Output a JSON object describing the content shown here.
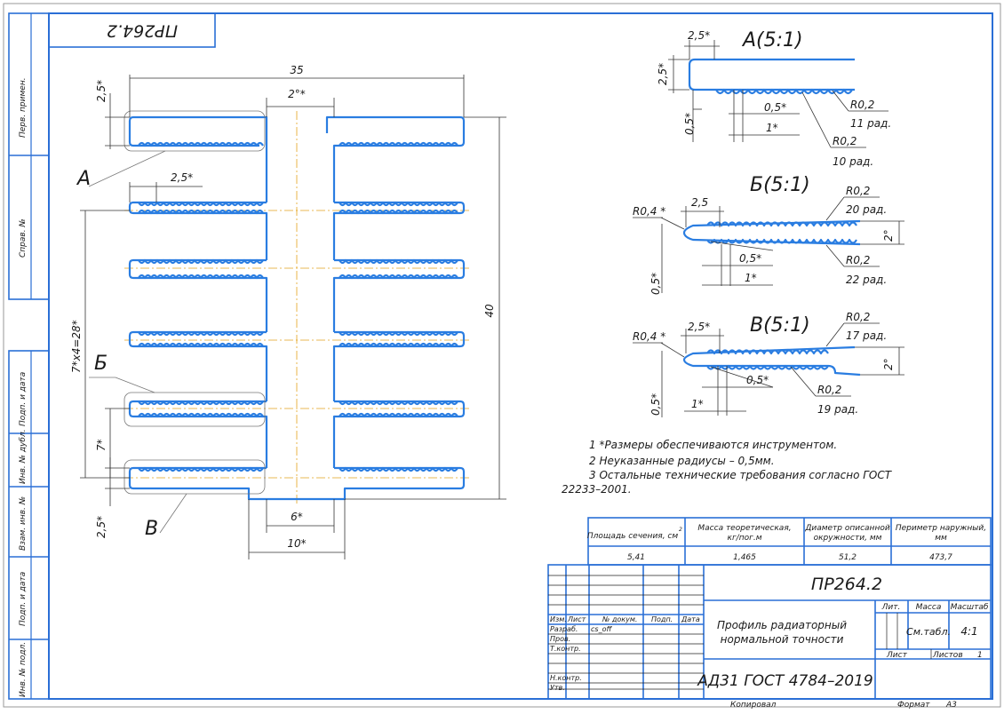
{
  "drawing": {
    "number": "ПР264.2",
    "mirrored_number": "ПР264.2"
  },
  "side_strip": {
    "perv_primen": "Перв. примен.",
    "sprav_no": "Справ. №",
    "podp_data_1": "Подп. и дата",
    "inv_dubl": "Инв. № дубл.",
    "vzam_inv": "Взам. инв. №",
    "podp_data_2": "Подп. и дата",
    "inv_podl": "Инв. № подл."
  },
  "main_view": {
    "dim_35": "35",
    "dim_2deg": "2°*",
    "dim_25_top": "2,5*",
    "dim_25_fin": "2,5*",
    "dim_40": "40",
    "dim_7x4": "7*х4=28*",
    "dim_7": "7*",
    "dim_25_bottom": "2,5*",
    "dim_6": "6*",
    "dim_10": "10*",
    "label_A": "А",
    "label_B": "Б",
    "label_V": "В"
  },
  "detail_A": {
    "title": "А(5:1)",
    "d_25_h": "2,5*",
    "d_25_v": "2,5*",
    "d_05": "0,5*",
    "d_05_pitch": "0,5*",
    "d_1": "1*",
    "r1": "R0,2",
    "r1_count": "11 рад.",
    "r2": "R0,2",
    "r2_count": "10 рад."
  },
  "detail_B": {
    "title": "Б(5:1)",
    "r04": "R0,4 *",
    "d_25": "2,5",
    "r_top": "R0,2",
    "r_top_count": "20 рад.",
    "d_2deg": "2°",
    "d_05_pitch": "0,5*",
    "d_05_v": "0,5*",
    "d_1": "1*",
    "r_bot": "R0,2",
    "r_bot_count": "22 рад."
  },
  "detail_V": {
    "title": "В(5:1)",
    "r04": "R0,4 *",
    "d_25": "2,5*",
    "r_top": "R0,2",
    "r_top_count": "17 рад.",
    "d_2deg": "2°",
    "d_05_pitch": "0,5*",
    "d_05_v": "0,5*",
    "d_1": "1*",
    "r_bot": "R0,2",
    "r_bot_count": "19 рад."
  },
  "notes": {
    "n1": "1  *Размеры обеспечиваются инструментом.",
    "n2": "2  Неуказанные радиусы – 0,5мм.",
    "n3a": "3  Остальные      технические      требования      согласно      ГОСТ",
    "n3b": "22233–2001."
  },
  "props_table": {
    "h1": "Площадь сечения, см",
    "h1_sup": "2",
    "h2a": "Масса теоретическая,",
    "h2b": "кг/пог.м",
    "h3a": "Диаметр описанной",
    "h3b": "окружности, мм",
    "h4a": "Периметр наружный,",
    "h4b": "мм",
    "v1": "5,41",
    "v2": "1,465",
    "v3": "51,2",
    "v4": "473,7"
  },
  "title_block": {
    "designation": "ПР264.2",
    "name_line1": "Профиль радиаторный",
    "name_line2": "нормальной точности",
    "material": "АД31 ГОСТ 4784–2019",
    "lit": "Лит.",
    "massa": "Масса",
    "masshtab": "Масштаб",
    "massa_value": "См.табл.",
    "scale_value": "4:1",
    "list": "Лист",
    "listov": "Листов",
    "listov_value": "1",
    "izm": "Изм.",
    "list_col": "Лист",
    "doc_no": "№ докум.",
    "podp": "Подп.",
    "data": "Дата",
    "razrab": "Разраб.",
    "razrab_name": "cs_off",
    "prov": "Пров.",
    "tkontr": "Т.контр.",
    "nkontr": "Н.контр.",
    "utv": "Утв.",
    "kopiroval": "Копировал",
    "format": "Формат",
    "format_value": "А3"
  }
}
